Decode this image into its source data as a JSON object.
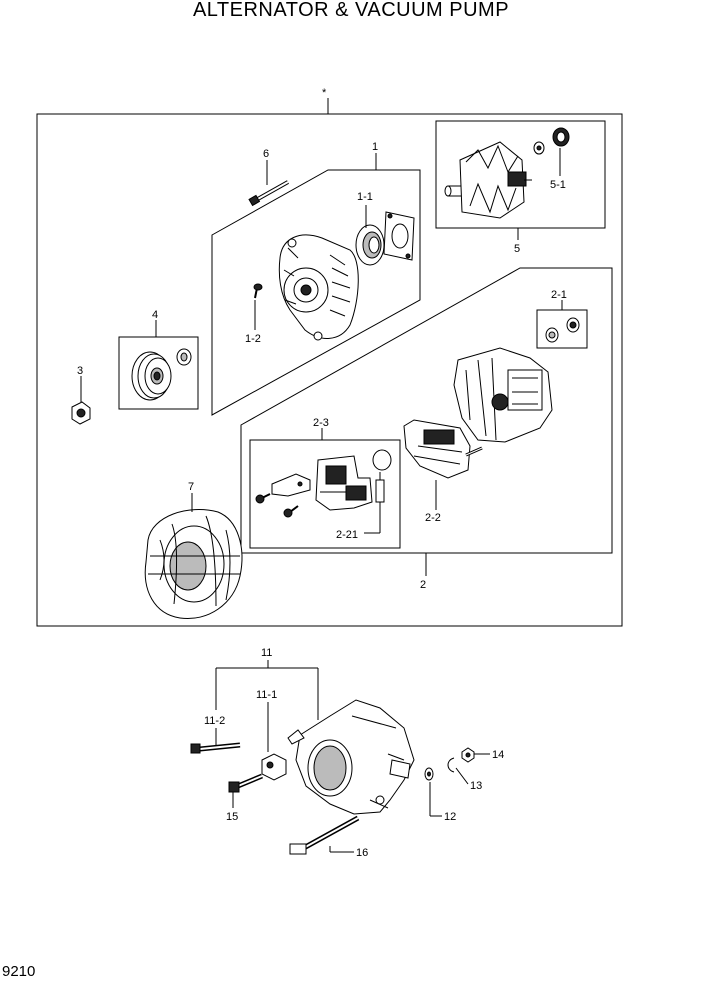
{
  "title": "ALTERNATOR & VACUUM PUMP",
  "page_number": "9210",
  "assembly_marker": "*",
  "callouts": {
    "c1": "1",
    "c1_1": "1-1",
    "c1_2": "1-2",
    "c2": "2",
    "c2_1": "2-1",
    "c2_2": "2-2",
    "c2_3": "2-3",
    "c2_21": "2-21",
    "c3": "3",
    "c4": "4",
    "c5": "5",
    "c5_1": "5-1",
    "c6": "6",
    "c7": "7",
    "c11": "11",
    "c11_1": "11-1",
    "c11_2": "11-2",
    "c12": "12",
    "c13": "13",
    "c14": "14",
    "c15": "15",
    "c16": "16"
  }
}
